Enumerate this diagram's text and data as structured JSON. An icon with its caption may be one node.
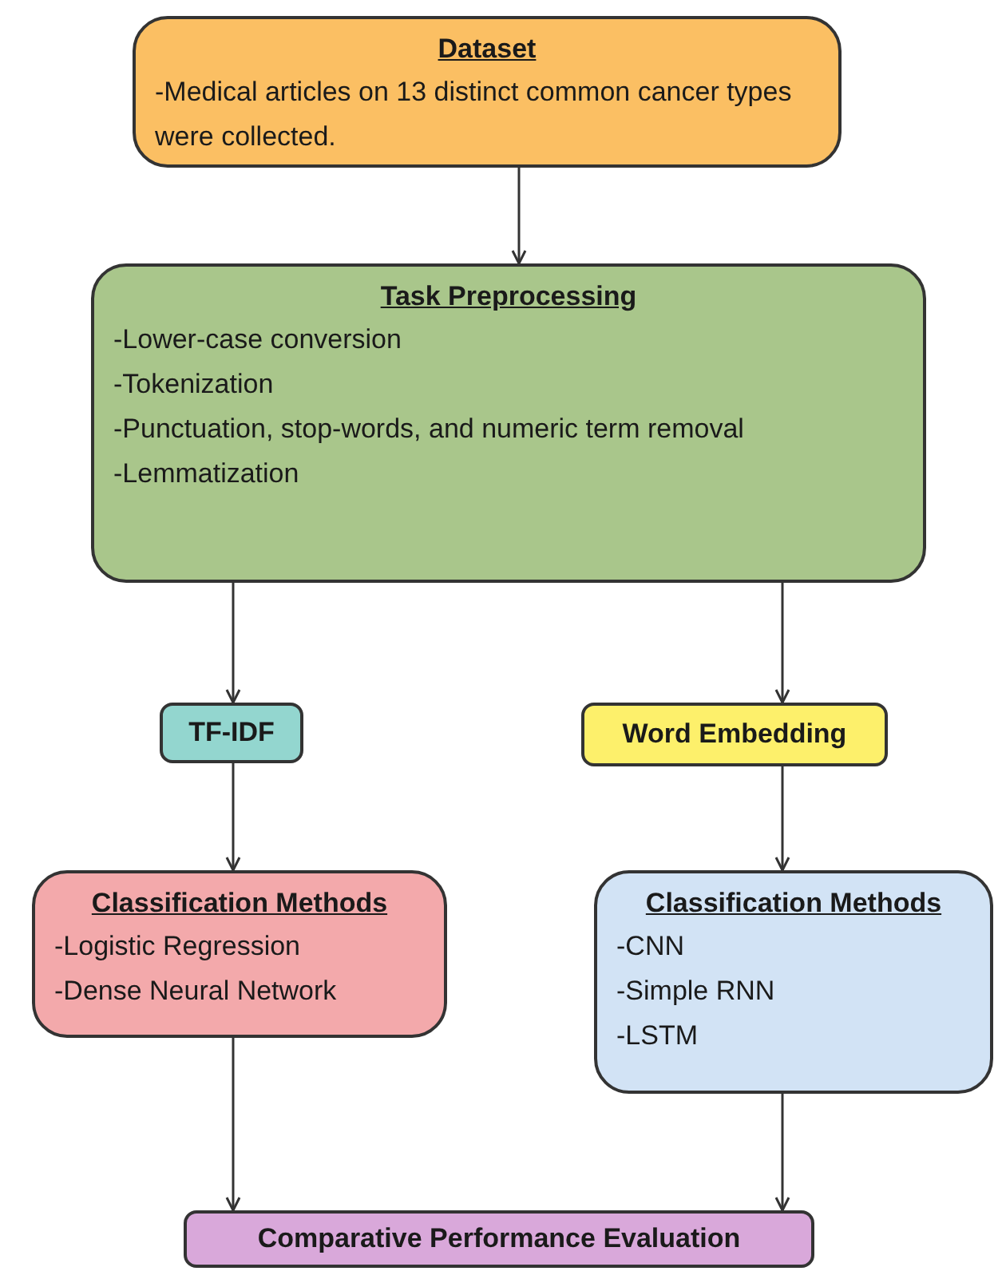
{
  "diagram": {
    "nodes": [
      {
        "text": [
          "Dataset",
          "-Medical articles on 13 distinct common cancer types were collected."
        ]
      },
      {
        "text": [
          "Task Preprocessing",
          "-Lower-case conversion",
          "-Tokenization",
          "-Punctuation, stop-words, and numeric term removal",
          "-Lemmatization"
        ]
      },
      {
        "text": [
          "TF-IDF"
        ]
      },
      {
        "text": [
          "Word Embedding"
        ]
      },
      {
        "text": [
          "Classification Methods",
          "-Logistic Regression",
          "-Dense Neural Network"
        ]
      },
      {
        "text": [
          "Classification Methods",
          "-CNN",
          "-Simple RNN",
          "-LSTM"
        ]
      },
      {
        "text": [
          "Comparative Performance Evaluation"
        ]
      }
    ],
    "edges": [
      {
        "from": 0,
        "to": 1,
        "arrow": "to"
      },
      {
        "from": 1,
        "to": 2,
        "arrow": "to"
      },
      {
        "from": 1,
        "to": 3,
        "arrow": "to"
      },
      {
        "from": 2,
        "to": 4,
        "arrow": "to"
      },
      {
        "from": 3,
        "to": 5,
        "arrow": "to"
      },
      {
        "from": 4,
        "to": 6,
        "arrow": "to"
      },
      {
        "from": 5,
        "to": 6,
        "arrow": "to"
      }
    ]
  }
}
